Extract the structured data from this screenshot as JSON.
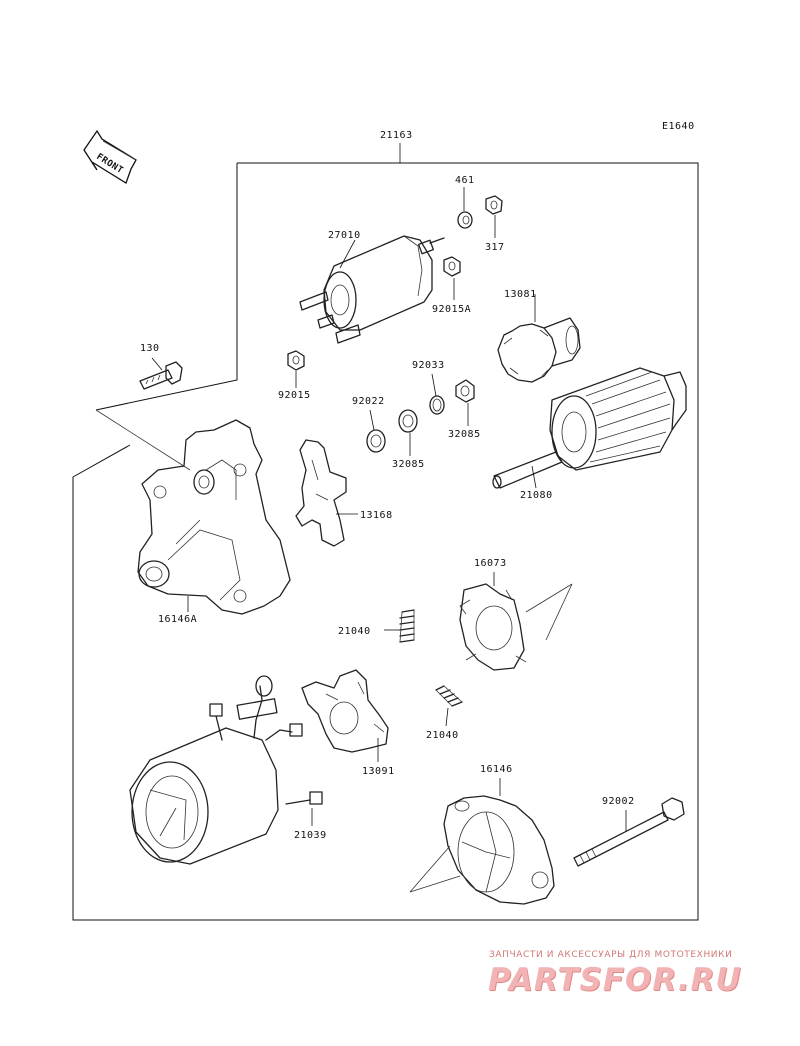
{
  "diagram_code": "E1640",
  "front_label": "FRONT",
  "parts": [
    {
      "id": "assembly",
      "label": "21163"
    },
    {
      "id": "p461",
      "label": "461"
    },
    {
      "id": "p317",
      "label": "317"
    },
    {
      "id": "p27010",
      "label": "27010"
    },
    {
      "id": "p92015A",
      "label": "92015A"
    },
    {
      "id": "p13081",
      "label": "13081"
    },
    {
      "id": "p130",
      "label": "130"
    },
    {
      "id": "p92015",
      "label": "92015"
    },
    {
      "id": "p92033",
      "label": "92033"
    },
    {
      "id": "p92022",
      "label": "92022"
    },
    {
      "id": "p32085a",
      "label": "32085"
    },
    {
      "id": "p32085b",
      "label": "32085"
    },
    {
      "id": "p21080",
      "label": "21080"
    },
    {
      "id": "p13168",
      "label": "13168"
    },
    {
      "id": "p16146A",
      "label": "16146A"
    },
    {
      "id": "p16073",
      "label": "16073"
    },
    {
      "id": "p21040a",
      "label": "21040"
    },
    {
      "id": "p21040b",
      "label": "21040"
    },
    {
      "id": "p13091",
      "label": "13091"
    },
    {
      "id": "p16146",
      "label": "16146"
    },
    {
      "id": "p92002",
      "label": "92002"
    },
    {
      "id": "p21039",
      "label": "21039"
    }
  ],
  "watermark": {
    "tagline": "ЗАПЧАСТИ И АКСЕССУАРЫ ДЛЯ МОТОТЕХНИКИ",
    "logo": "PARTSFOR.RU"
  },
  "colors": {
    "line": "#222222",
    "watermark": "#e28a8a"
  }
}
